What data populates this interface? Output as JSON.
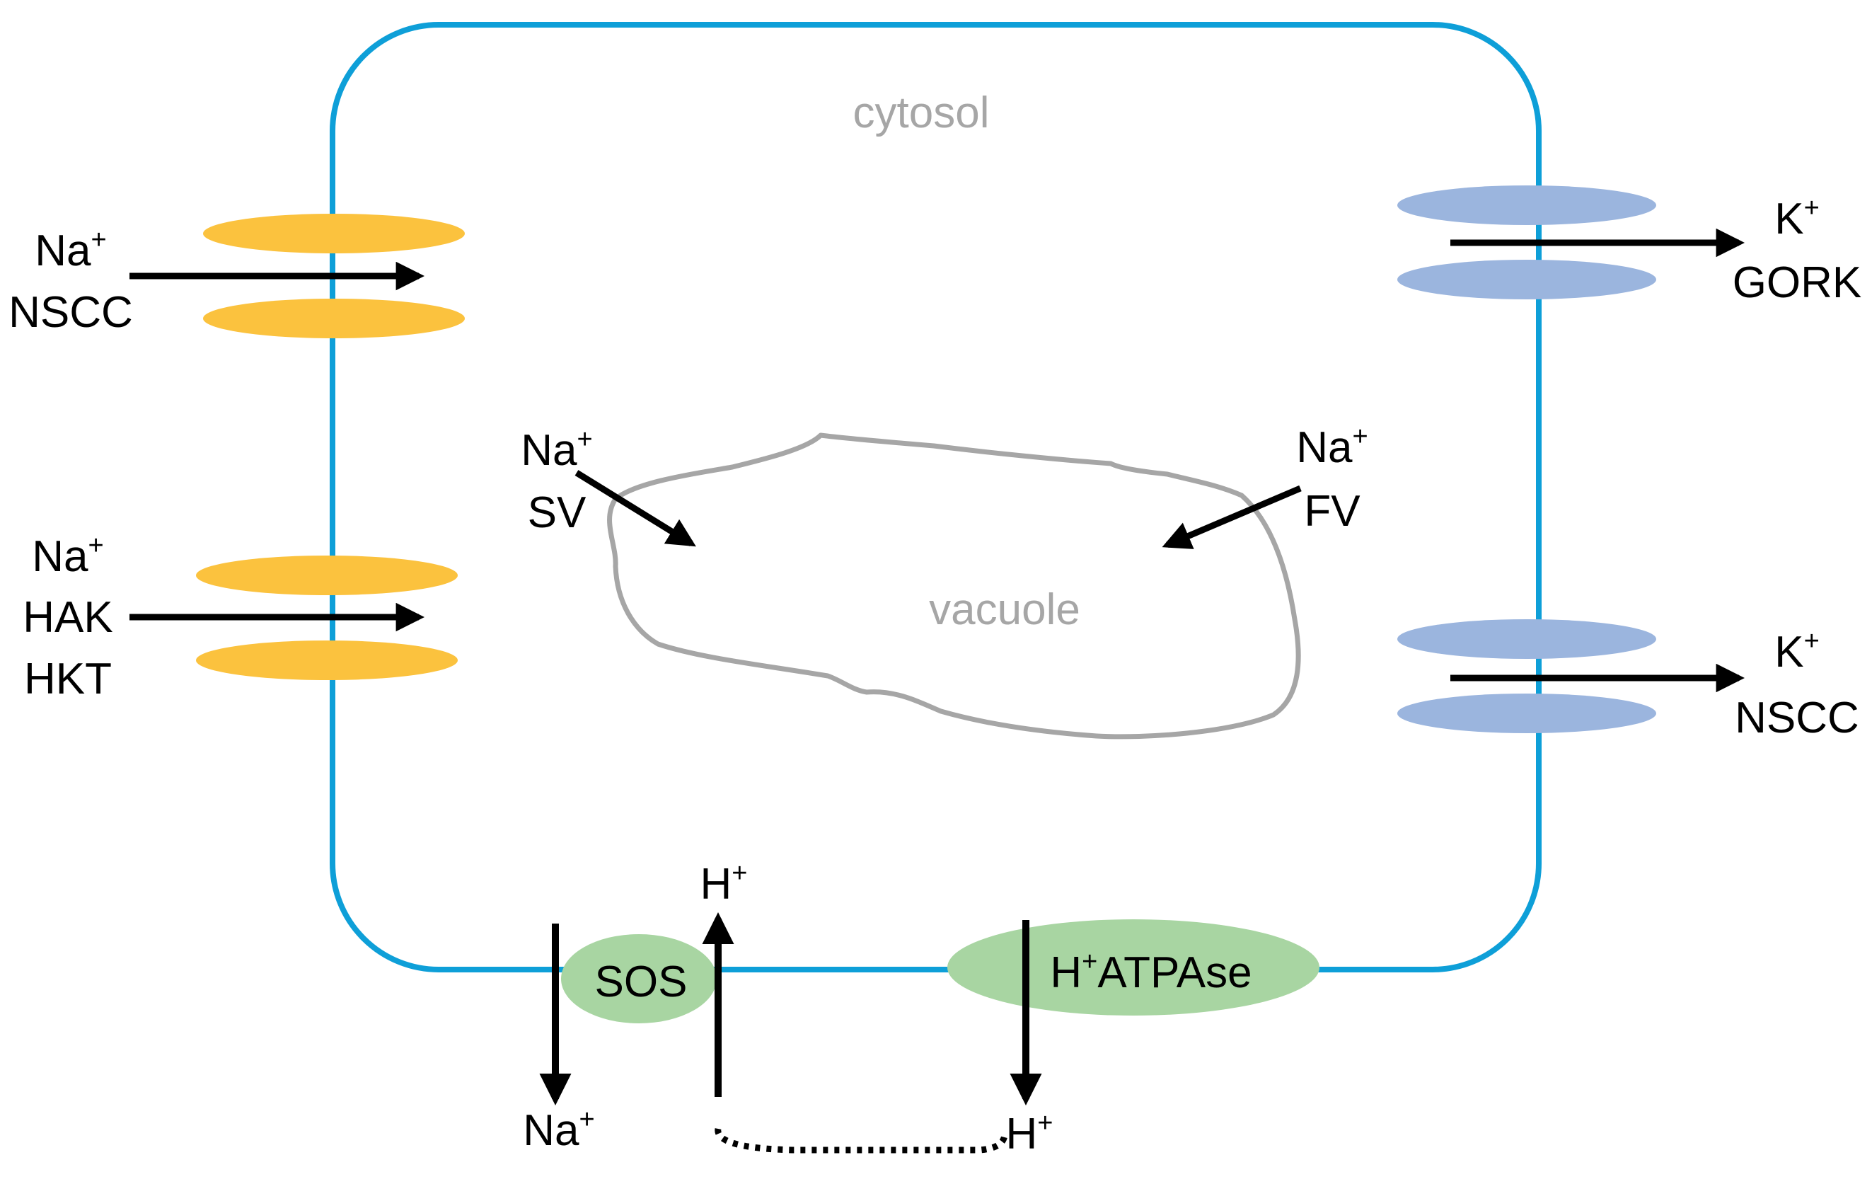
{
  "colors": {
    "membrane": "#0E9FD8",
    "vacuole_outline": "#A6A6A6",
    "channel_yellow": "#FBC23E",
    "channel_blue": "#9BB5DE",
    "pump_green": "#A8D5A2",
    "region_label": "#A6A6A6",
    "arrow": "#000000"
  },
  "regions": {
    "cytosol": "cytosol",
    "vacuole": "vacuole"
  },
  "left_channels": {
    "nscc": {
      "ion": "Na",
      "charge": "+",
      "name": "NSCC"
    },
    "hak_hkt": {
      "ion": "Na",
      "charge": "+",
      "name_1": "HAK",
      "name_2": "HKT"
    }
  },
  "right_channels": {
    "gork": {
      "ion": "K",
      "charge": "+",
      "name": "GORK"
    },
    "nscc": {
      "ion": "K",
      "charge": "+",
      "name": "NSCC"
    }
  },
  "vacuolar_channels": {
    "sv": {
      "ion": "Na",
      "charge": "+",
      "name": "SV"
    },
    "fv": {
      "ion": "Na",
      "charge": "+",
      "name": "FV"
    }
  },
  "bottom": {
    "sos": {
      "name": "SOS",
      "out_ion": "Na",
      "out_charge": "+",
      "in_ion": "H",
      "in_charge": "+"
    },
    "atpase": {
      "prefix": "H",
      "charge": "+",
      "suffix": "ATPAse",
      "out_ion": "H",
      "out_charge": "+"
    }
  },
  "icons": [
    "arrow-right-icon",
    "arrow-down-icon",
    "arrow-up-icon",
    "arrow-diagonal-icon",
    "dotted-coupling-line"
  ]
}
